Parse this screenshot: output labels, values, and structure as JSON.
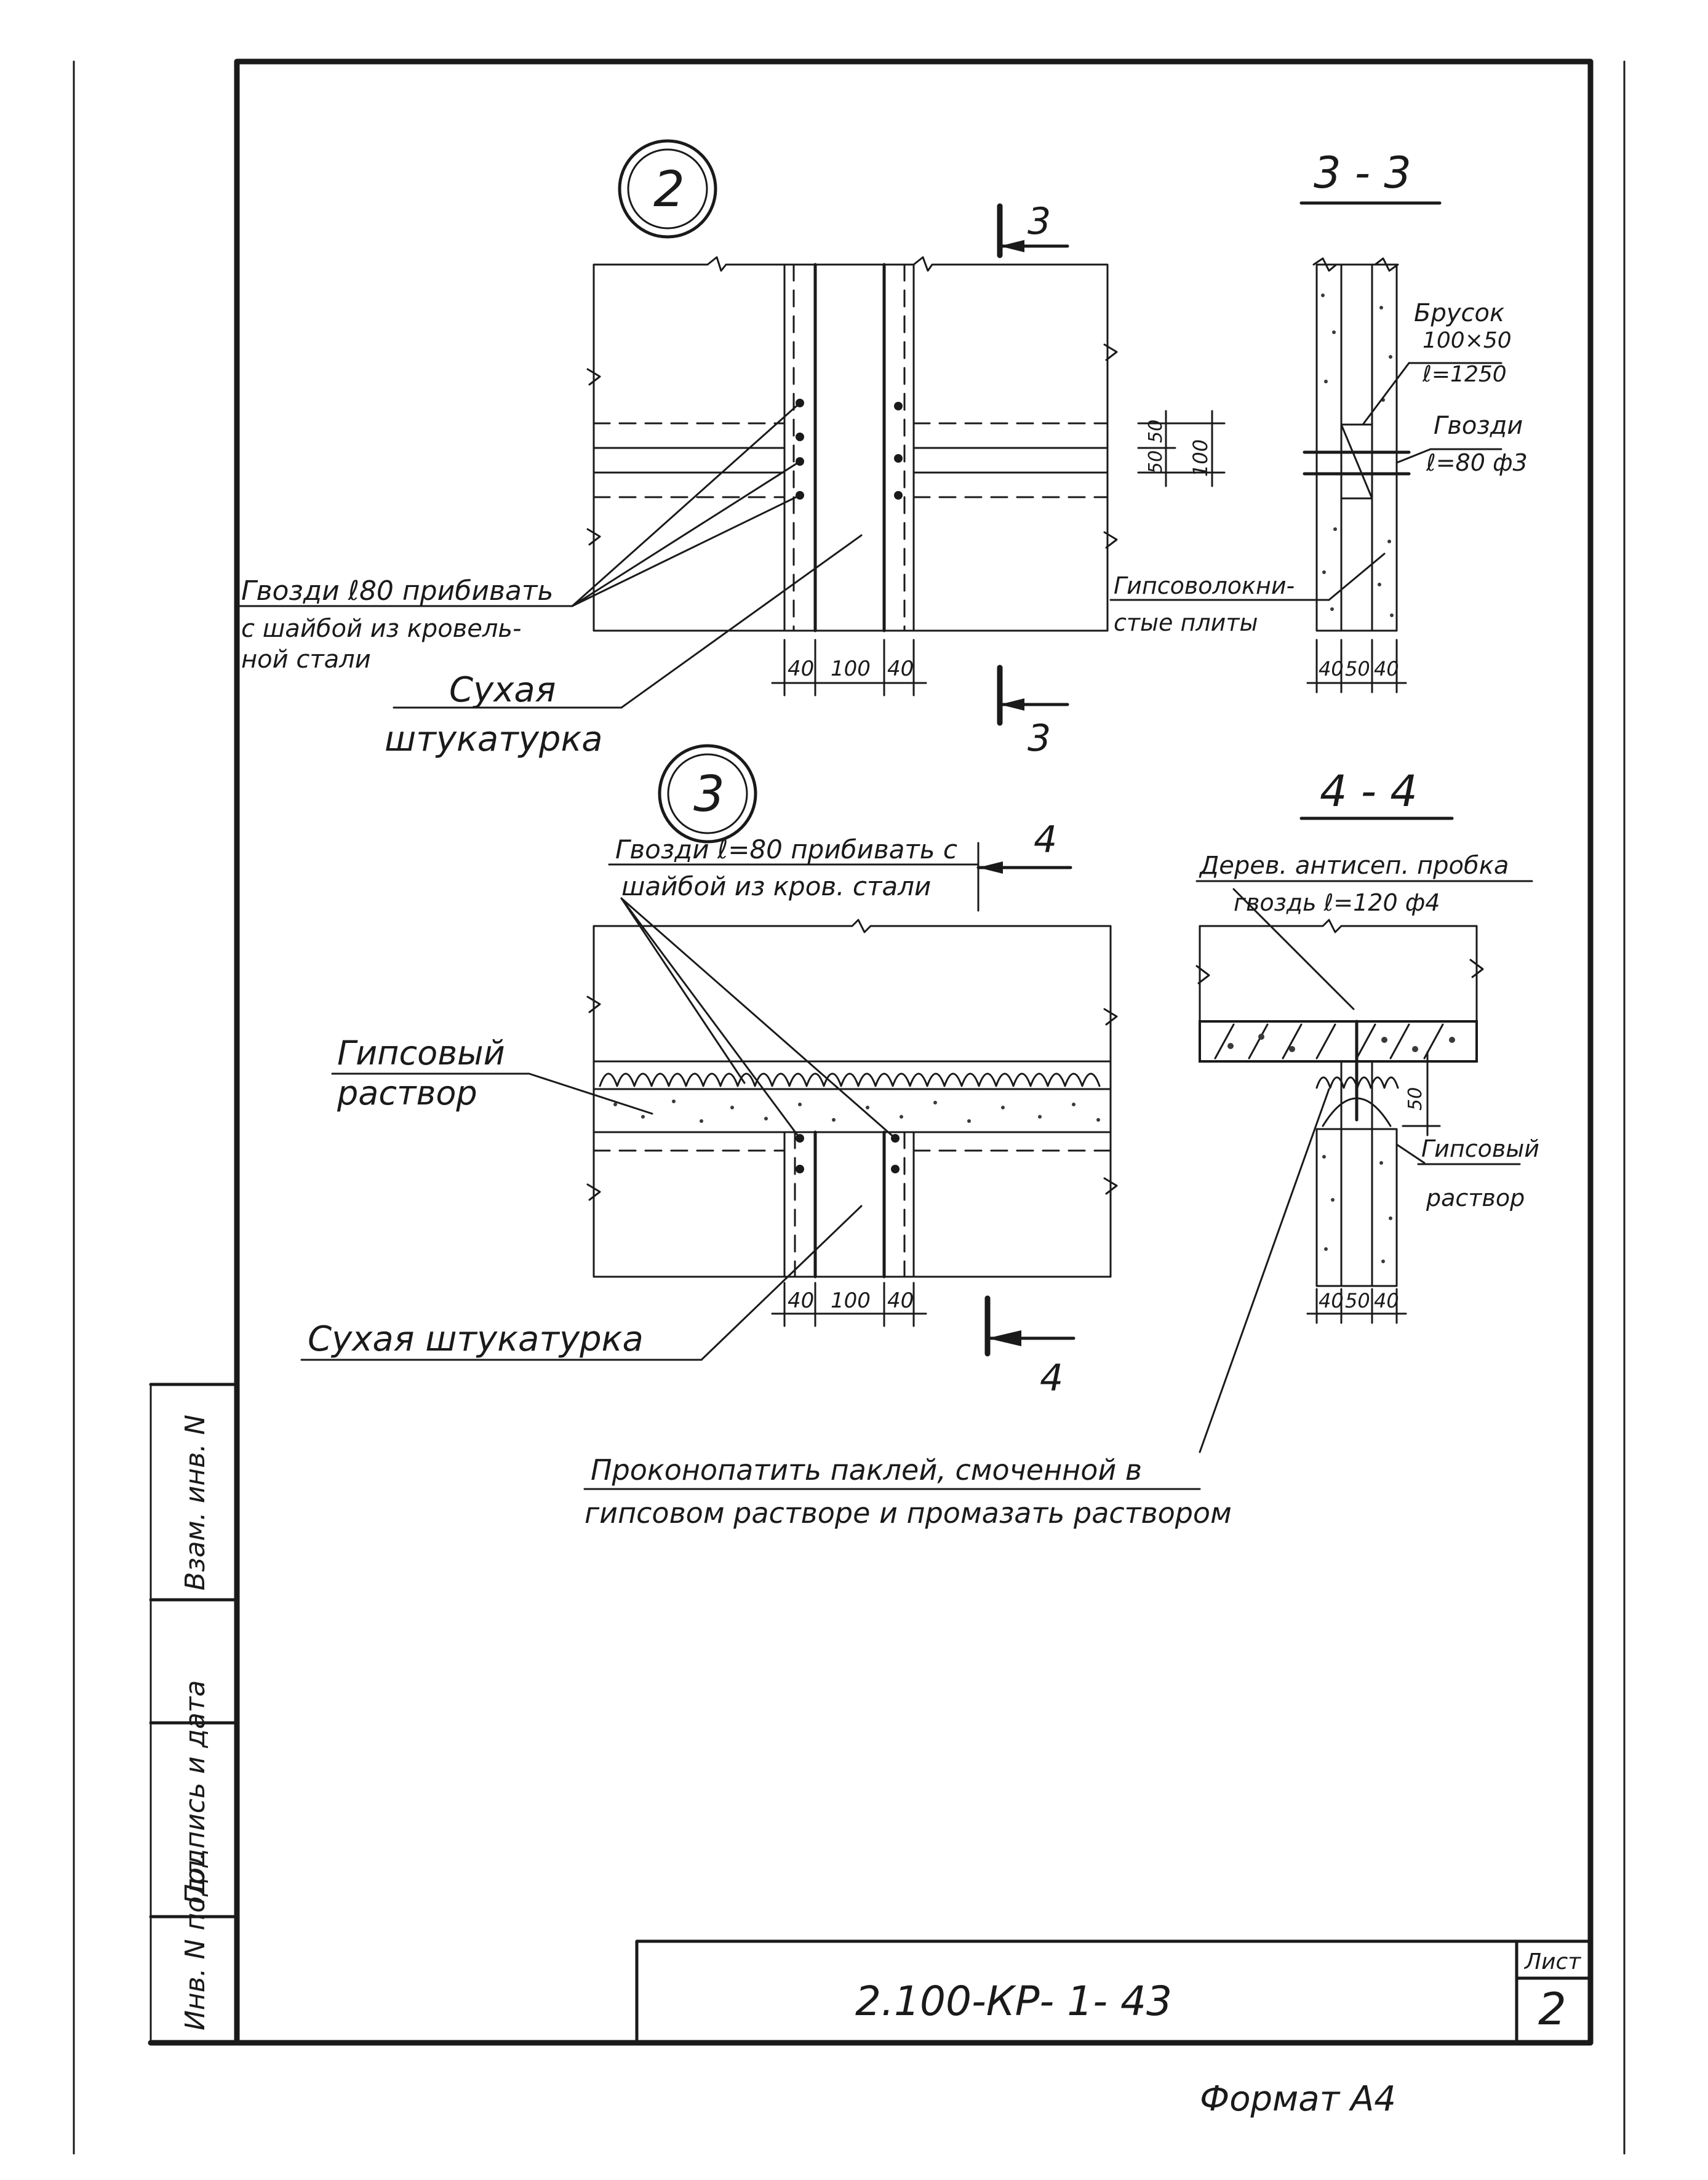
{
  "detail_2": {
    "marker": "2",
    "section_mark": "3",
    "dims": [
      "40",
      "100",
      "40"
    ],
    "dim_vertical": [
      "50",
      "50",
      "100"
    ],
    "label_nails_line1": "Гвозди ℓ80 прибивать",
    "label_nails_line2": "с шайбой из кровель-",
    "label_nails_line3": "ной стали",
    "label_plaster_line1": "Сухая",
    "label_plaster_line2": "штукатурка"
  },
  "section_3_3": {
    "title": "3 - 3",
    "label_bar_line1": "Брусок",
    "label_bar_line2": "100×50",
    "label_bar_line3": "ℓ=1250",
    "label_nails_line1": "Гвозди",
    "label_nails_line2": "ℓ=80 ф3",
    "label_board_line1": "Гипсоволокни-",
    "label_board_line2": "стые плиты",
    "dims": [
      "40",
      "50",
      "40"
    ]
  },
  "detail_3": {
    "marker": "3",
    "section_mark": "4",
    "dims": [
      "40",
      "100",
      "40"
    ],
    "label_nails_line1": "Гвозди ℓ=80 прибивать с",
    "label_nails_line2": "шайбой из кров. стали",
    "label_mortar_line1": "Гипсовый",
    "label_mortar_line2": "раствор",
    "label_plaster": "Сухая штукатурка"
  },
  "section_4_4": {
    "title": "4 - 4",
    "label_plug_line1": "Дерев. антисеп. пробка",
    "label_plug_line2": "гвоздь ℓ=120 ф4",
    "label_mortar_line1": "Гипсовый",
    "label_mortar_line2": "раствор",
    "dim_vertical": "50",
    "dims": [
      "40",
      "50",
      "40"
    ]
  },
  "note": {
    "line1": "Проконопатить паклей, смоченной в",
    "line2": "гипсовом растворе и промазать раствором"
  },
  "side_stamp": {
    "col1": "Инв. N подл.",
    "col2": "Подпись и дата",
    "col3": "Взам. инв. N"
  },
  "title_block": {
    "doc_code": "2.100-КР- 1- 43",
    "sheet_label": "Лист",
    "sheet_number": "2"
  },
  "format_note": "Формат А4"
}
